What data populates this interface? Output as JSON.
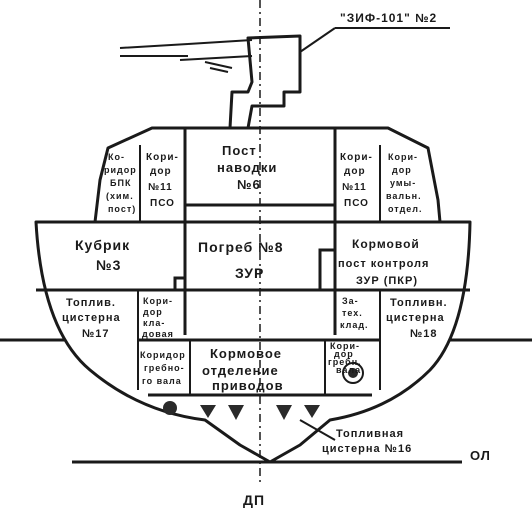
{
  "colors": {
    "ink": "#1a1a1a",
    "paper": "#ffffff"
  },
  "labels": {
    "gun_mount": "\"ЗИФ-101\" №2",
    "post_l1": "Пост",
    "post_l2": "наводки",
    "post_l3": "№6",
    "corr_bpk_l1": "Ко-",
    "corr_bpk_l2": "ридор",
    "corr_bpk_l3": "БПК",
    "corr_bpk_l4": "(хим.",
    "corr_bpk_l5": "пост)",
    "corr_11l_l1": "Кори-",
    "corr_11l_l2": "дор",
    "corr_11l_l3": "№11",
    "corr_11l_l4": "ПСО",
    "corr_11r_l1": "Кори-",
    "corr_11r_l2": "дор",
    "corr_11r_l3": "№11",
    "corr_11r_l4": "ПСО",
    "corr_umyv_l1": "Кори-",
    "corr_umyv_l2": "дор",
    "corr_umyv_l3": "умы-",
    "corr_umyv_l4": "вальн.",
    "corr_umyv_l5": "отдел.",
    "kubrik_l1": "Кубрик",
    "kubrik_l2": "№3",
    "magazine_l1": "Погреб №8",
    "magazine_l2": "ЗУР",
    "aft_post_l1": "Кормовой",
    "aft_post_l2": "пост контроля",
    "aft_post_l3": "ЗУР (ПКР)",
    "fuel17_l1": "Топлив.",
    "fuel17_l2": "цистерна",
    "fuel17_l3": "№17",
    "corr_kladovaya_l1": "Кори-",
    "corr_kladovaya_l2": "дор",
    "corr_kladovaya_l3": "кла-",
    "corr_kladovaya_l4": "довая",
    "zatekh_l1": "За-",
    "zatekh_l2": "тех.",
    "zatekh_l3": "клад.",
    "fuel18_l1": "Топливн.",
    "fuel18_l2": "цистерна",
    "fuel18_l3": "№18",
    "corr_shaft_l1": "Коридор",
    "corr_shaft_l2": "гребно-",
    "corr_shaft_l3": "го вала",
    "drives_l1": "Кормовое",
    "drives_l2": "отделение",
    "drives_l3": "приводов",
    "corr_tunnel_l1": "Кори-",
    "corr_tunnel_l2": "дор",
    "corr_tunnel_l3": "гребн.",
    "corr_tunnel_l4": "вала",
    "fuel16_l1": "Топливная",
    "fuel16_l2": "цистерна №16",
    "waterline": "ОЛ",
    "centerline": "ДП"
  }
}
